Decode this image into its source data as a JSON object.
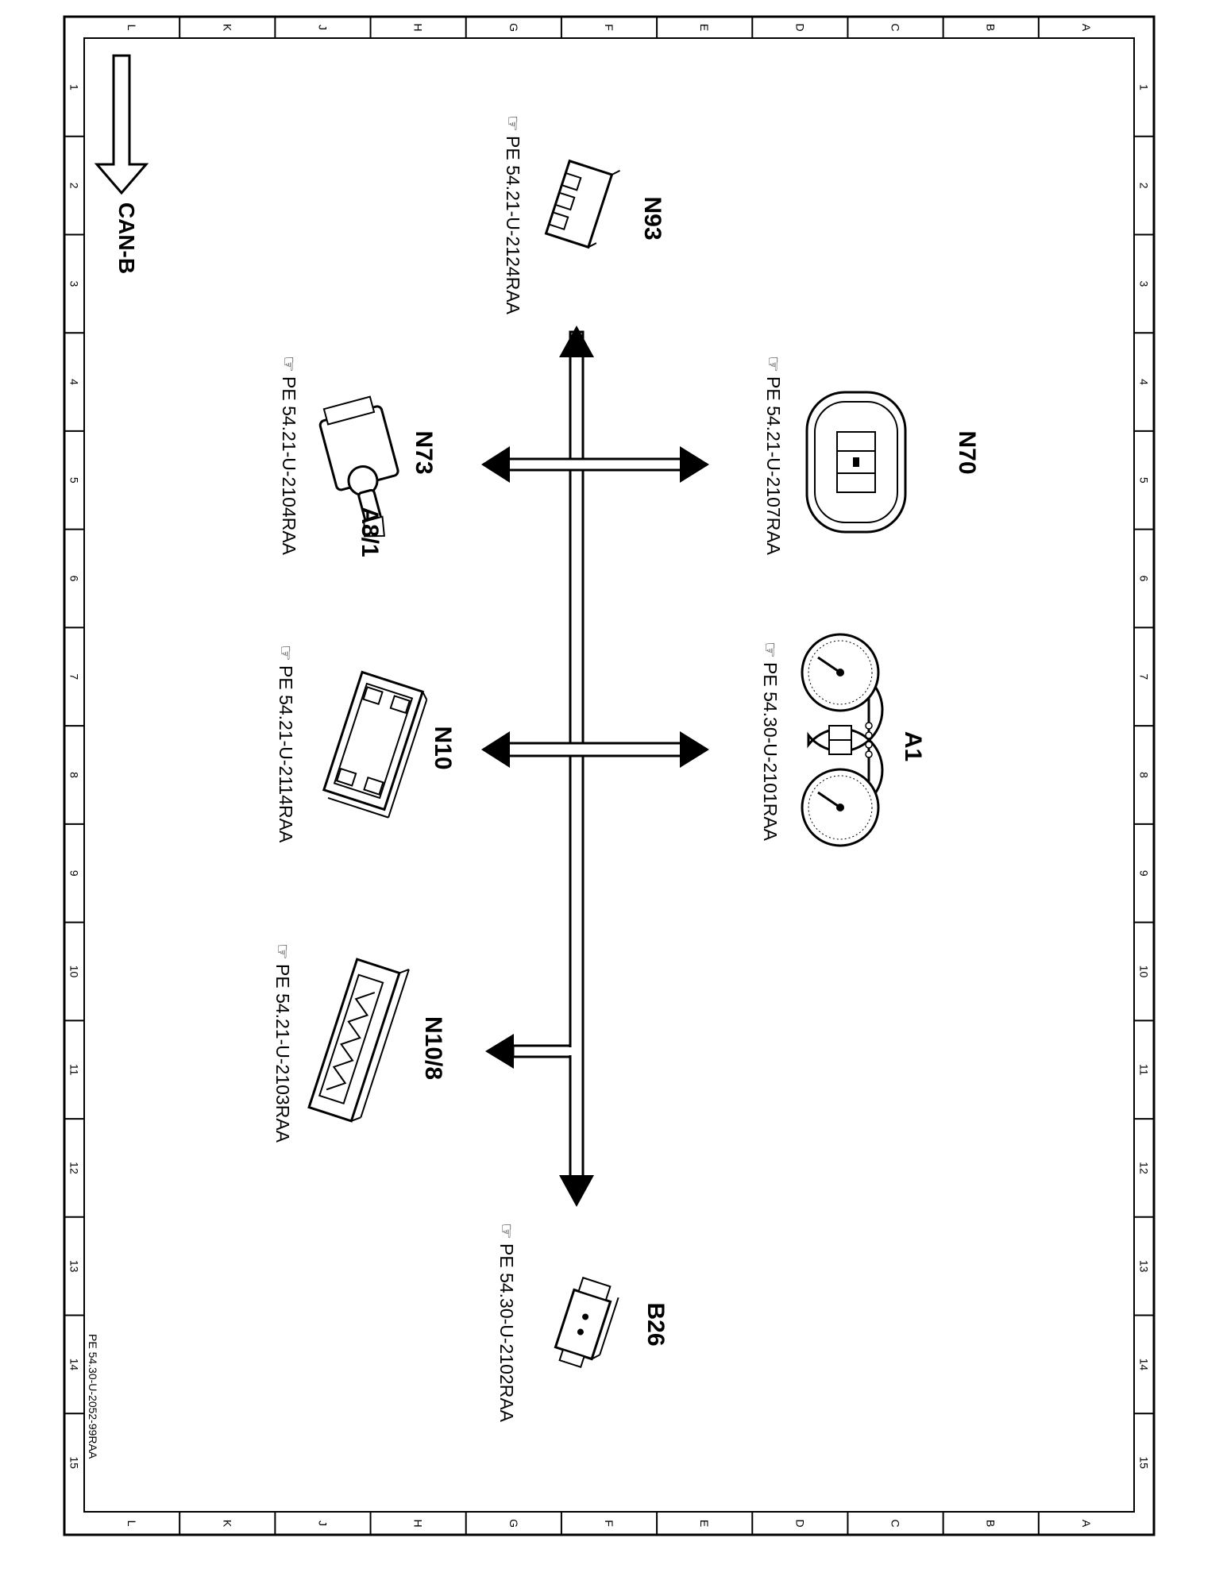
{
  "bus": {
    "label": "CAN-B"
  },
  "document_id": "PE 54.30-U-2052-99RAA",
  "grid": {
    "letters": [
      "L",
      "K",
      "J",
      "H",
      "G",
      "F",
      "E",
      "D",
      "C",
      "B",
      "A"
    ],
    "numbers": [
      "1",
      "2",
      "3",
      "4",
      "5",
      "6",
      "7",
      "8",
      "9",
      "10",
      "11",
      "12",
      "13",
      "14",
      "15"
    ]
  },
  "components": {
    "n93": {
      "label": "N93",
      "ref": "PE 54.21-U-2124RAA",
      "icon": "control-unit-module-icon"
    },
    "n70": {
      "label": "N70",
      "ref": "PE 54.21-U-2107RAA",
      "icon": "overhead-control-panel-icon"
    },
    "n73": {
      "label": "N73",
      "sub_label": "A8/1",
      "ref": "PE 54.21-U-2104RAA",
      "icon": "ignition-switch-key-icon"
    },
    "a1": {
      "label": "A1",
      "ref": "PE 54.30-U-2101RAA",
      "icon": "instrument-cluster-icon"
    },
    "n10": {
      "label": "N10",
      "ref": "PE 54.21-U-2114RAA",
      "icon": "sam-control-unit-icon"
    },
    "n108": {
      "label": "N10/8",
      "ref": "PE 54.21-U-2103RAA",
      "icon": "rear-sam-control-unit-icon"
    },
    "b26": {
      "label": "B26",
      "ref": "PE 54.30-U-2102RAA",
      "icon": "sensor-icon"
    }
  },
  "colors": {
    "line": "#000000",
    "background": "#ffffff"
  }
}
